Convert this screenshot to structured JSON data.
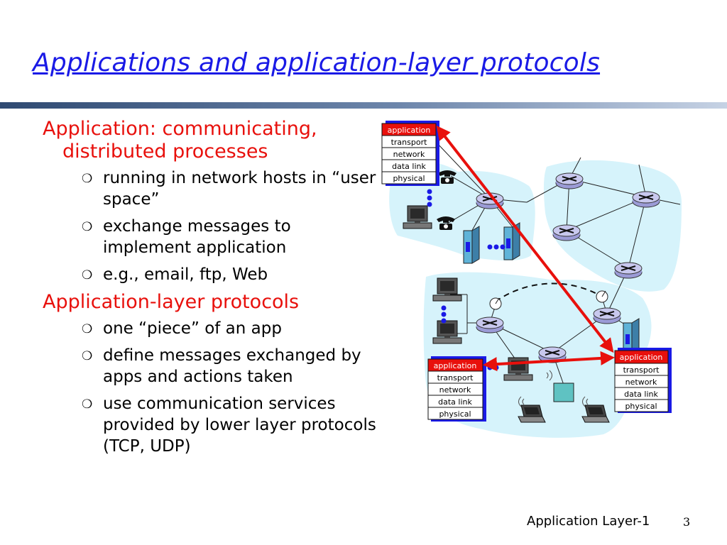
{
  "slide": {
    "title": "Applications and application-layer protocols",
    "sections": [
      {
        "heading": "Application: communicating, distributed processes",
        "bullets": [
          "running in network hosts in “user space”",
          "exchange messages to implement application",
          "e.g., email, ftp, Web"
        ]
      },
      {
        "heading": "Application-layer protocols",
        "bullets": [
          "one “piece” of an app",
          "define messages exchanged by apps and actions taken",
          "use communication services provided by lower layer protocols (TCP, UDP)"
        ]
      }
    ],
    "bullet_glyph": "❍",
    "footer": "Application Layer-1",
    "page_number": "3"
  },
  "diagram": {
    "stack_layers": [
      "application",
      "transport",
      "network",
      "data link",
      "physical"
    ],
    "colors": {
      "network_blob": "#d6f3fb",
      "router": "#c8c8ee",
      "app_layer": "#e8100c",
      "arrow": "#e8100c",
      "title": "#1a1ae6",
      "heading": "#e8100c"
    }
  }
}
